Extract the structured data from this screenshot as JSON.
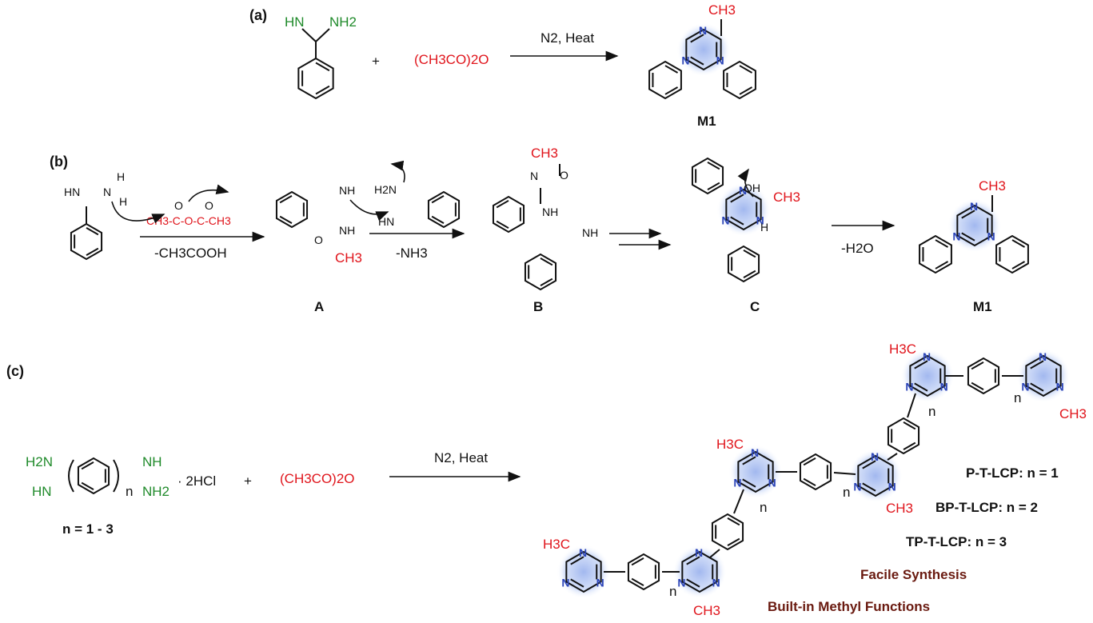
{
  "panel_a": {
    "label": "(a)",
    "amidine_nh": "HN",
    "amidine_nh2": "NH2",
    "plus": "+",
    "anhydride": "(CH3CO)2O",
    "conditions": "N2, Heat",
    "product_substituent": "CH3",
    "product_label": "M1"
  },
  "panel_b": {
    "label": "(b)",
    "reagent_hn": "HN",
    "reagent_n": "N",
    "reagent_h": "H",
    "anhydride_left": "CH3-C-O-C-CH3",
    "byproduct_1": "-CH3COOH",
    "intermediate_a": {
      "label": "A",
      "nh_top": "NH",
      "nh_bottom": "NH",
      "carbonyl_o": "O",
      "methyl": "CH3",
      "amine": "H2N",
      "imine": "HN"
    },
    "byproduct_2": "-NH3",
    "intermediate_b": {
      "label": "B",
      "methyl": "CH3",
      "oxygen": "O",
      "n": "N",
      "nh": "NH",
      "nh2": "NH"
    },
    "intermediate_c": {
      "label": "C",
      "oh": "OH",
      "methyl": "CH3",
      "h": "H"
    },
    "byproduct_3": "-H2O",
    "product_substituent": "CH3",
    "product_label": "M1"
  },
  "panel_c": {
    "label": "(c)",
    "monomer_nh2_left": "H2N",
    "monomer_hn_left": "HN",
    "monomer_nh_right": "NH",
    "monomer_nh2_right": "NH2",
    "salt": "· 2HCl",
    "repeat_n": "n",
    "range": "n = 1 - 3",
    "plus": "+",
    "anhydride": "(CH3CO)2O",
    "conditions": "N2, Heat",
    "methyl": "CH3",
    "methyl_left": "H3C",
    "polymers": [
      {
        "name": "P-T-LCP",
        "value": ": n = 1"
      },
      {
        "name": "BP-T-LCP",
        "value": ": n = 2"
      },
      {
        "name": "TP-T-LCP",
        "value": ": n = 3"
      }
    ],
    "feature_1": "Facile Synthesis",
    "feature_2": "Built-in Methyl Functions"
  },
  "colors": {
    "triazine_glow": "#9db4ee",
    "nitrogen_blue": "#2c45b8",
    "methyl_red": "#e0141b",
    "amidine_green": "#1f8a2a",
    "feature_maroon": "#6a1a10"
  }
}
